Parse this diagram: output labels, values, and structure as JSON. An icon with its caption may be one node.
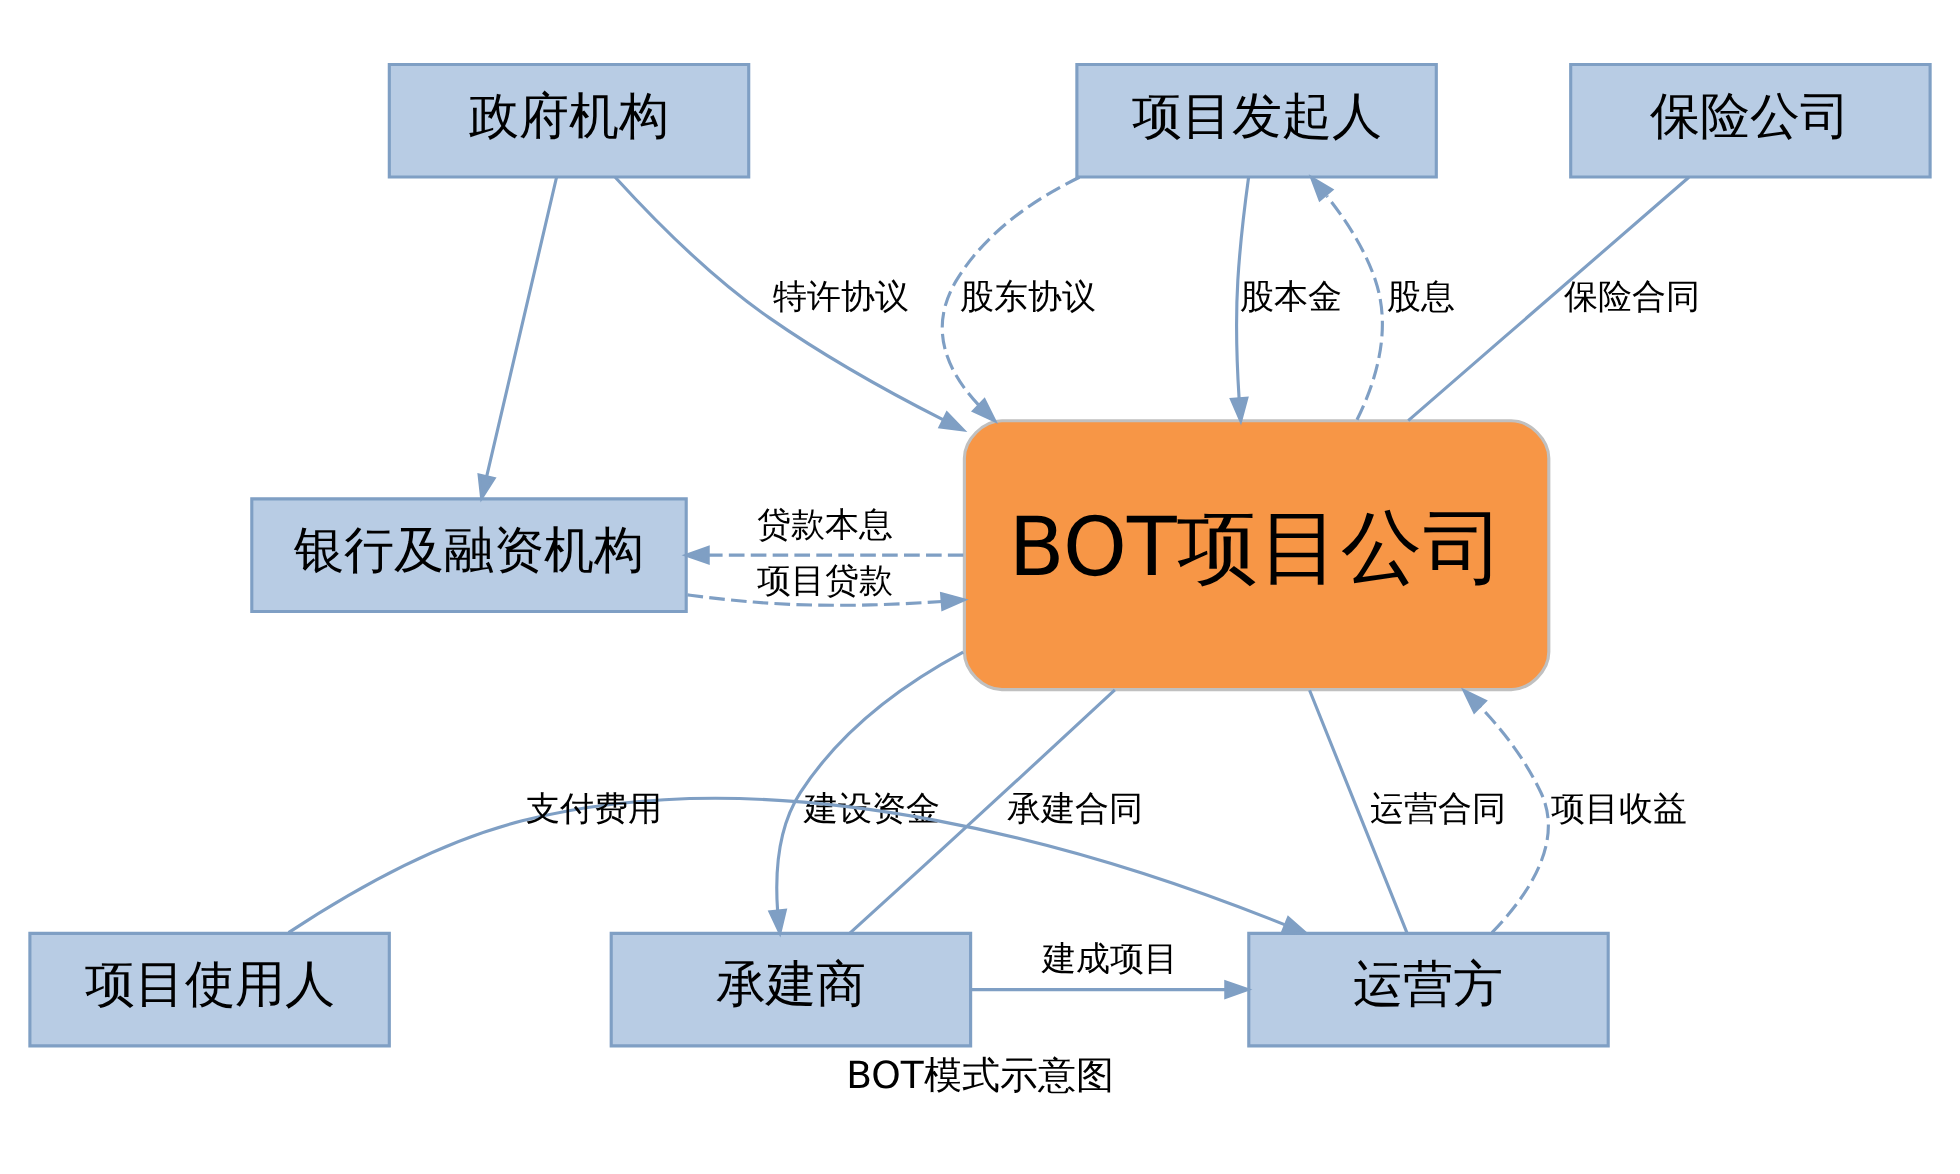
{
  "diagram": {
    "caption": "BOT模式示意图",
    "nodes": [
      {
        "text": [
          "政府机构"
        ]
      },
      {
        "text": [
          "项目发起人"
        ]
      },
      {
        "text": [
          "保险公司"
        ]
      },
      {
        "text": [
          "银行及融资机构"
        ]
      },
      {
        "text": [
          "BOT项目公司"
        ]
      },
      {
        "text": [
          "项目使用人"
        ]
      },
      {
        "text": [
          "运营方"
        ]
      },
      {
        "text": [
          "承建商"
        ]
      }
    ],
    "edges": [
      {
        "from": 0,
        "to": 3,
        "arrow": "to"
      },
      {
        "from": 0,
        "to": 4,
        "arrow": "to",
        "label": "特许协议"
      },
      {
        "from": 4,
        "to": 1,
        "arrow": "to",
        "label": "股息",
        "style": "dashed"
      },
      {
        "from": 1,
        "to": 4,
        "arrow": "to",
        "label": "股东协议",
        "style": "dashed"
      },
      {
        "from": 1,
        "to": 4,
        "arrow": "to",
        "label": "股本金"
      },
      {
        "from": 2,
        "to": 4,
        "arrow": "none",
        "label": "保险合同"
      },
      {
        "from": 4,
        "to": 3,
        "arrow": "to",
        "label": "贷款本息",
        "style": "dashed"
      },
      {
        "from": 3,
        "to": 4,
        "arrow": "to",
        "label": "项目贷款",
        "style": "dashed"
      },
      {
        "from": 4,
        "to": 7,
        "arrow": "to",
        "label": "建设资金"
      },
      {
        "from": 4,
        "to": 7,
        "arrow": "none",
        "label": "承建合同"
      },
      {
        "from": 4,
        "to": 6,
        "arrow": "none",
        "label": "运营合同"
      },
      {
        "from": 6,
        "to": 4,
        "arrow": "to",
        "label": "项目收益",
        "style": "dashed"
      },
      {
        "from": 7,
        "to": 6,
        "arrow": "to",
        "label": "建成项目"
      },
      {
        "from": 5,
        "to": 6,
        "arrow": "to",
        "label": "支付费用"
      }
    ]
  }
}
